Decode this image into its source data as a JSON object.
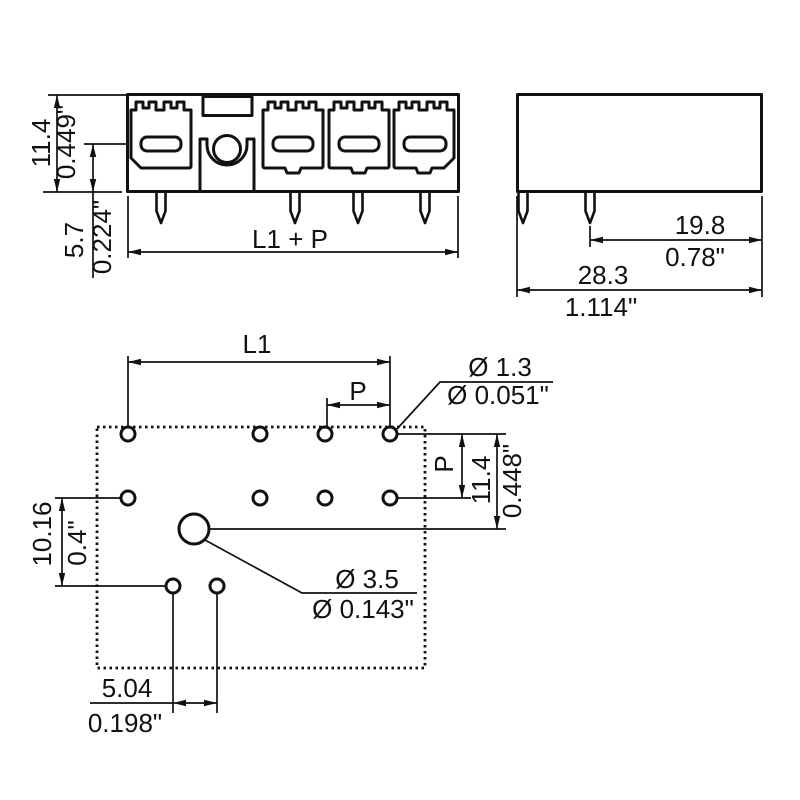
{
  "colors": {
    "ink": "#111111",
    "paper": "#ffffff"
  },
  "front_view": {
    "height_mm": "11.4",
    "height_in": "0.449\"",
    "center_height_mm": "5.7",
    "center_height_in": "0.224\"",
    "width_label": "L1 + P"
  },
  "side_view": {
    "pin_to_back_mm": "19.8",
    "pin_to_back_in": "0.78\"",
    "depth_mm": "28.3",
    "depth_in": "1.114\""
  },
  "drill_plan": {
    "row_length_label": "L1",
    "pitch_top_label": "P",
    "pin_hole_dia_mm": "Ø 1.3",
    "pin_hole_dia_in": "Ø 0.051\"",
    "pitch_right_label": "P",
    "row_offset_mm": "11.4",
    "row_offset_in": "0.448\"",
    "left_offset_mm": "10.16",
    "left_offset_in": "0.4\"",
    "flange_hole_dia_mm": "Ø 3.5",
    "flange_hole_dia_in": "Ø 0.143\"",
    "bottom_pitch_mm": "5.04",
    "bottom_pitch_in": "0.198\""
  }
}
